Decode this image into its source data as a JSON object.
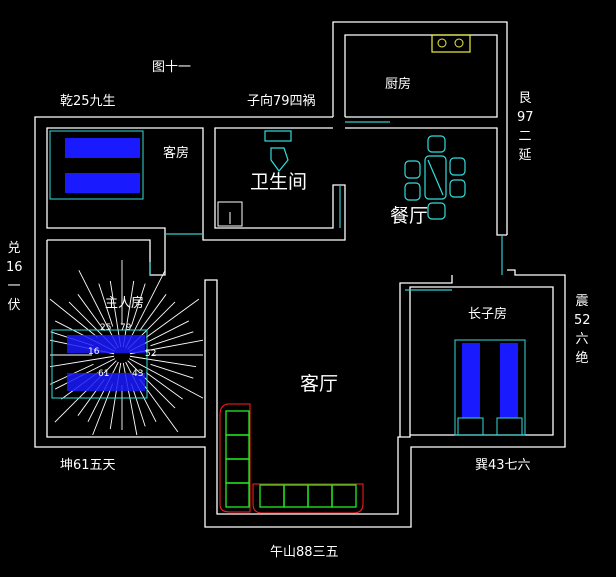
{
  "title": "图十一",
  "directions": {
    "qian": "乾25九生",
    "zi": "子向79四祸",
    "gen": [
      "艮",
      "97",
      "二",
      "延"
    ],
    "dui": [
      "兑",
      "16",
      "一",
      "伏"
    ],
    "zhen": [
      "震",
      "52",
      "六",
      "绝"
    ],
    "kun": "坤61五天",
    "xun": "巽43七六",
    "wu": "午山88三五"
  },
  "rooms": {
    "kitchen": "厨房",
    "guest_room": "客房",
    "bathroom": "卫生间",
    "dining": "餐厅",
    "master_bedroom": "主人房",
    "living_room": "客厅",
    "eldest_son_room": "长子房"
  },
  "compass_numbers": {
    "n1": "25",
    "n2": "79",
    "n3": "16",
    "n4": "52",
    "n5": "61",
    "n6": "43"
  },
  "colors": {
    "wall": "#ffffff",
    "door": "#33cccc",
    "furniture": "#33dddd",
    "bedding": "#1a1aff",
    "sofa": "#ff2020",
    "cushion": "#22ee22",
    "stove": "#eeee44"
  }
}
